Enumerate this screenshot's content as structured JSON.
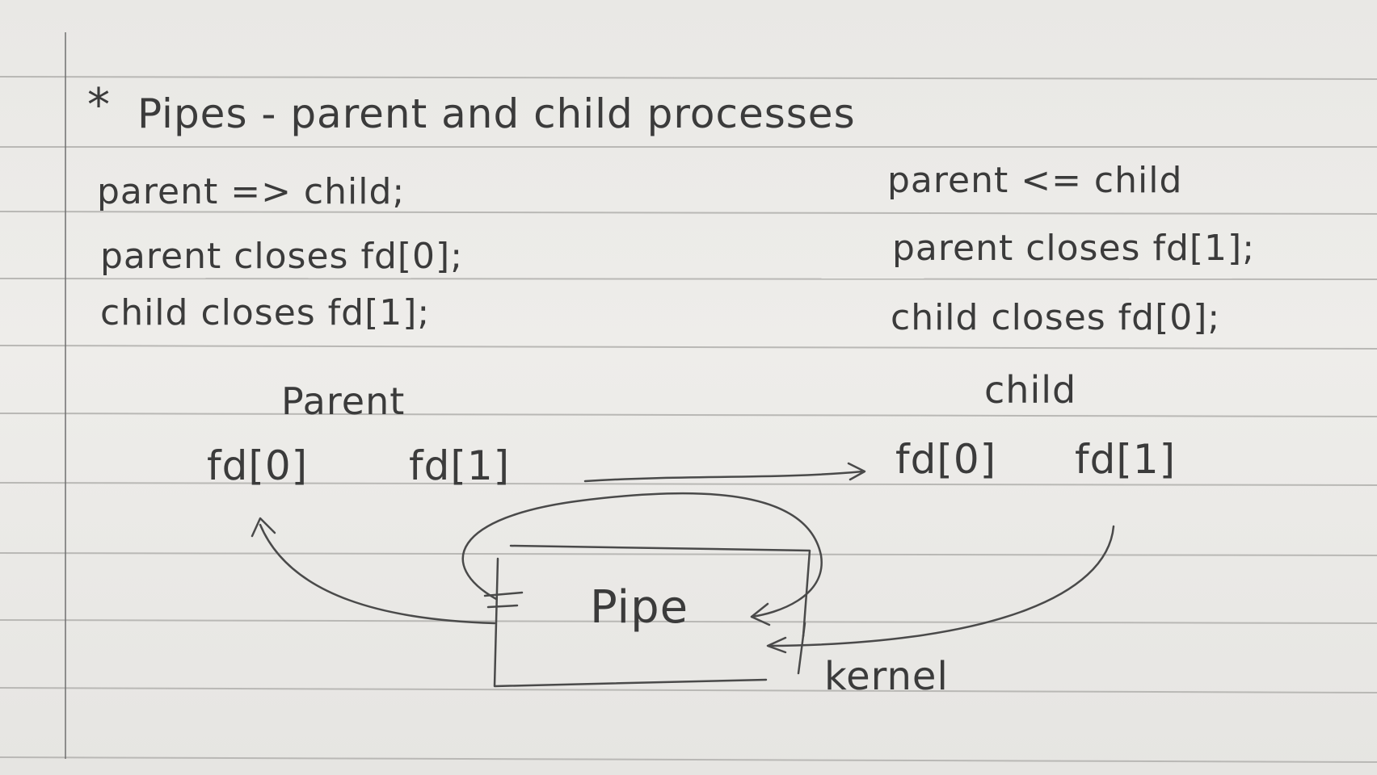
{
  "title": {
    "star": "*",
    "text": "Pipes - parent and child processes"
  },
  "left_notes": [
    "parent => child;",
    "parent closes fd[0];",
    "child closes fd[1];"
  ],
  "right_notes": [
    "parent <= child",
    "parent closes fd[1];",
    "child closes fd[0];"
  ],
  "diagram": {
    "parent_label": "Parent",
    "child_label": "child",
    "parent_fd": [
      "fd[0]",
      "fd[1]"
    ],
    "child_fd": [
      "fd[0]",
      "fd[1]"
    ],
    "pipe_label": "Pipe",
    "kernel_label": "kernel"
  },
  "colors": {
    "ink": "#3b3b3b",
    "paper": "#ecebe8",
    "rule": "#b9b8b5"
  }
}
